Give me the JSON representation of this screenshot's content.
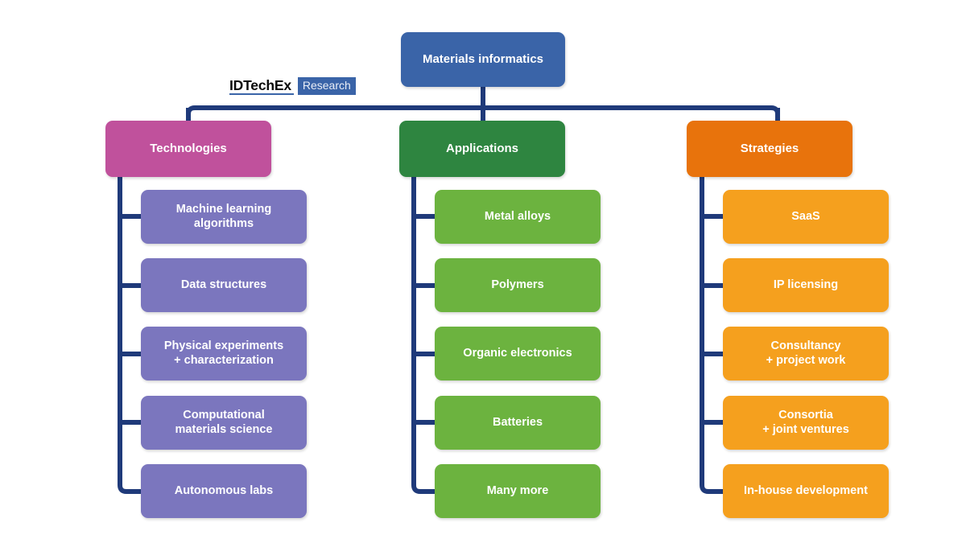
{
  "diagram": {
    "type": "org-chart",
    "title": "Materials informatics",
    "background_color": "#ffffff",
    "connector_color": "#1f3a7a",
    "root": {
      "label": "Materials informatics",
      "color": "#3a64a8"
    },
    "branches": [
      {
        "id": "technologies",
        "label": "Technologies",
        "color": "#c0519c",
        "child_color": "#7b76be",
        "children": [
          {
            "label": "Machine learning\nalgorithms"
          },
          {
            "label": "Data structures"
          },
          {
            "label": "Physical experiments\n+ characterization"
          },
          {
            "label": "Computational\nmaterials science"
          },
          {
            "label": "Autonomous labs"
          }
        ]
      },
      {
        "id": "applications",
        "label": "Applications",
        "color": "#2e8540",
        "child_color": "#6cb33f",
        "children": [
          {
            "label": "Metal alloys"
          },
          {
            "label": "Polymers"
          },
          {
            "label": "Organic electronics"
          },
          {
            "label": "Batteries"
          },
          {
            "label": "Many more"
          }
        ]
      },
      {
        "id": "strategies",
        "label": "Strategies",
        "color": "#e8730c",
        "child_color": "#f5a01e",
        "children": [
          {
            "label": "SaaS"
          },
          {
            "label": "IP licensing"
          },
          {
            "label": "Consultancy\n+ project work"
          },
          {
            "label": "Consortia\n+ joint ventures"
          },
          {
            "label": "In-house development"
          }
        ]
      }
    ]
  },
  "logo": {
    "brand": "IDTechEx",
    "suffix": "Research",
    "brand_color": "#0b0b0b",
    "badge_color": "#3a64a8"
  }
}
